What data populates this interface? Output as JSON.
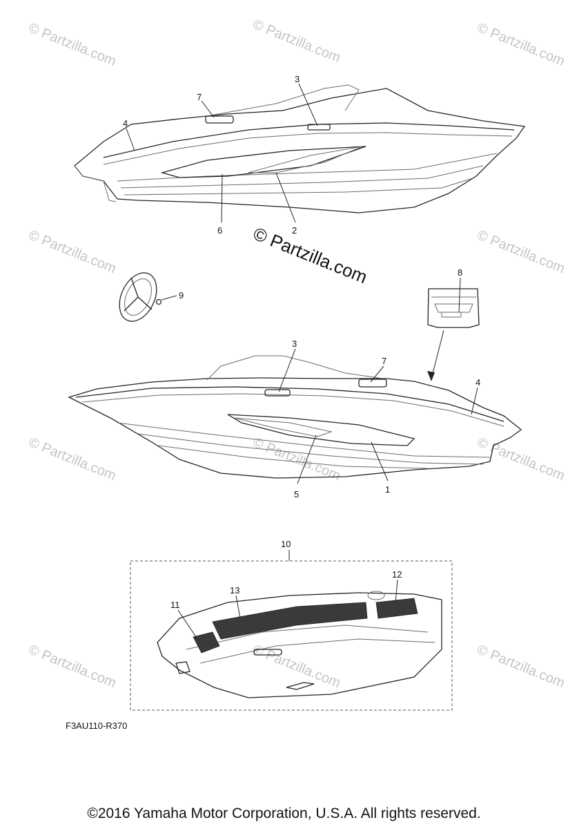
{
  "watermark": {
    "text": "© Partzilla.com"
  },
  "callouts": {
    "c1": "1",
    "c2": "2",
    "c3a": "3",
    "c3b": "3",
    "c4a": "4",
    "c4b": "4",
    "c5": "5",
    "c6": "6",
    "c7a": "7",
    "c7b": "7",
    "c8": "8",
    "c9": "9",
    "c10": "10",
    "c11": "11",
    "c12": "12",
    "c13": "13"
  },
  "diagram_code": "F3AU110-R370",
  "copyright": "©2016  Yamaha Motor Corporation, U.S.A. All rights reserved."
}
